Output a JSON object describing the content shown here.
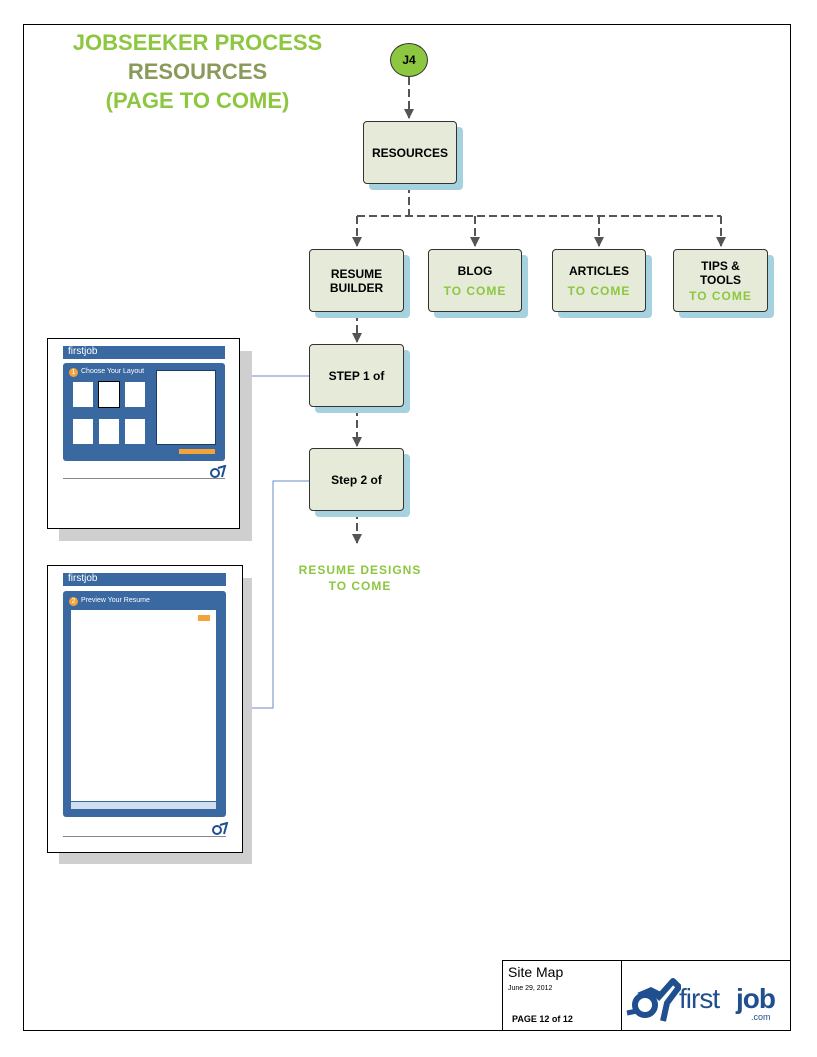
{
  "title": {
    "line1": "JOBSEEKER PROCESS",
    "line2": "RESOURCES",
    "line3": "(PAGE TO COME)"
  },
  "start_node": {
    "label": "J4",
    "color": "#8dc63f"
  },
  "nodes": {
    "resources": {
      "label": "RESOURCES"
    },
    "resume_builder": {
      "label_line1": "RESUME",
      "label_line2": "BUILDER"
    },
    "blog": {
      "label": "BLOG",
      "status": "TO COME"
    },
    "articles": {
      "label": "ARTICLES",
      "status": "TO COME"
    },
    "tips_tools": {
      "label_line1": "TIPS &",
      "label_line2": "TOOLS",
      "status": "TO COME"
    },
    "step1": {
      "label": "STEP 1 of"
    },
    "step2": {
      "label": "Step 2 of"
    }
  },
  "resume_designs": {
    "line1": "RESUME DESIGNS",
    "line2": "TO COME"
  },
  "thumbnails": {
    "step1": {
      "logo": "firstjob",
      "heading": "Choose Your Layout",
      "step_number": "1"
    },
    "step2": {
      "logo": "firstjob",
      "heading": "Preview Your Resume",
      "step_number": "2"
    }
  },
  "title_block": {
    "title": "Site Map",
    "date": "June 29, 2012",
    "page": "PAGE 12 of 12",
    "brand": {
      "first": "first",
      "job": "job",
      "suffix": ".com",
      "color": "#1f4f8f"
    }
  },
  "colors": {
    "accent_green": "#8dc63f",
    "box_fill": "#e6ebd9",
    "box_shadow": "#a6d1df",
    "panel_blue": "#3a68a0"
  }
}
